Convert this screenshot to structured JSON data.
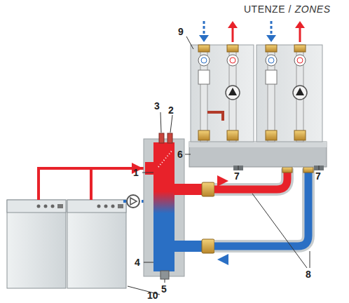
{
  "diagram": {
    "labels": [
      "UTENZE /",
      "ZONES",
      "3",
      "2",
      "9",
      "1",
      "6",
      "7",
      "7",
      "8",
      "4",
      "5",
      "10"
    ]
  }
}
